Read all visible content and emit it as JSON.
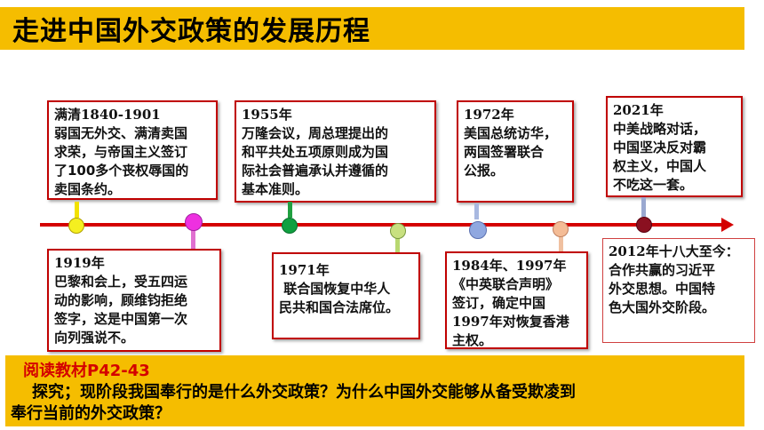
{
  "title": "走进中国外交政策的发展历程",
  "events_top": [
    {
      "lines": [
        "满清1840-1901",
        "弱国无外交、满清卖国",
        "求荣，与帝国主义签订",
        "了100多个丧权辱国的",
        "卖国条约。"
      ]
    },
    {
      "lines": [
        "1955年",
        "万隆会议，周总理提出的",
        "和平共处五项原则成为国",
        "际社会普遍承认并遵循的",
        "基本准则。"
      ]
    },
    {
      "lines": [
        "1972年",
        "美国总统访华，",
        "两国签署联合",
        "公报。"
      ]
    },
    {
      "lines": [
        "2021年",
        "中美战略对话，",
        "中国坚决反对霸",
        "权主义，中国人",
        "不吃这一套。"
      ]
    }
  ],
  "events_bottom": [
    {
      "lines": [
        "1919年",
        "巴黎和会上，受五四运",
        "动的影响，顾维钧拒绝",
        "签字，这是中国第一次",
        "向列强说不。"
      ]
    },
    {
      "lines": [
        "1971年",
        " 联合国恢复中华人",
        "民共和国合法席位。"
      ]
    },
    {
      "lines": [
        "1984年、1997年",
        "《中英联合声明》",
        "签订，确定中国",
        "1997年对恢复香港",
        "主权。"
      ]
    },
    {
      "lines": [
        "2012年十八大至今：",
        "合作共赢的习近平",
        "外交思想。中国特",
        "色大国外交阶段。"
      ]
    }
  ],
  "reading": {
    "label": "阅读教材P42-43",
    "question_line1": "探究；现阶段我国奉行的是什么外交政策？为什么中国外交能够从备受欺凌到",
    "question_line2": "奉行当前的外交政策？"
  },
  "colors": {
    "banner": "#f5bd00",
    "box_border": "#c00000",
    "timeline": "#d40000",
    "reading_label": "#d40000"
  }
}
